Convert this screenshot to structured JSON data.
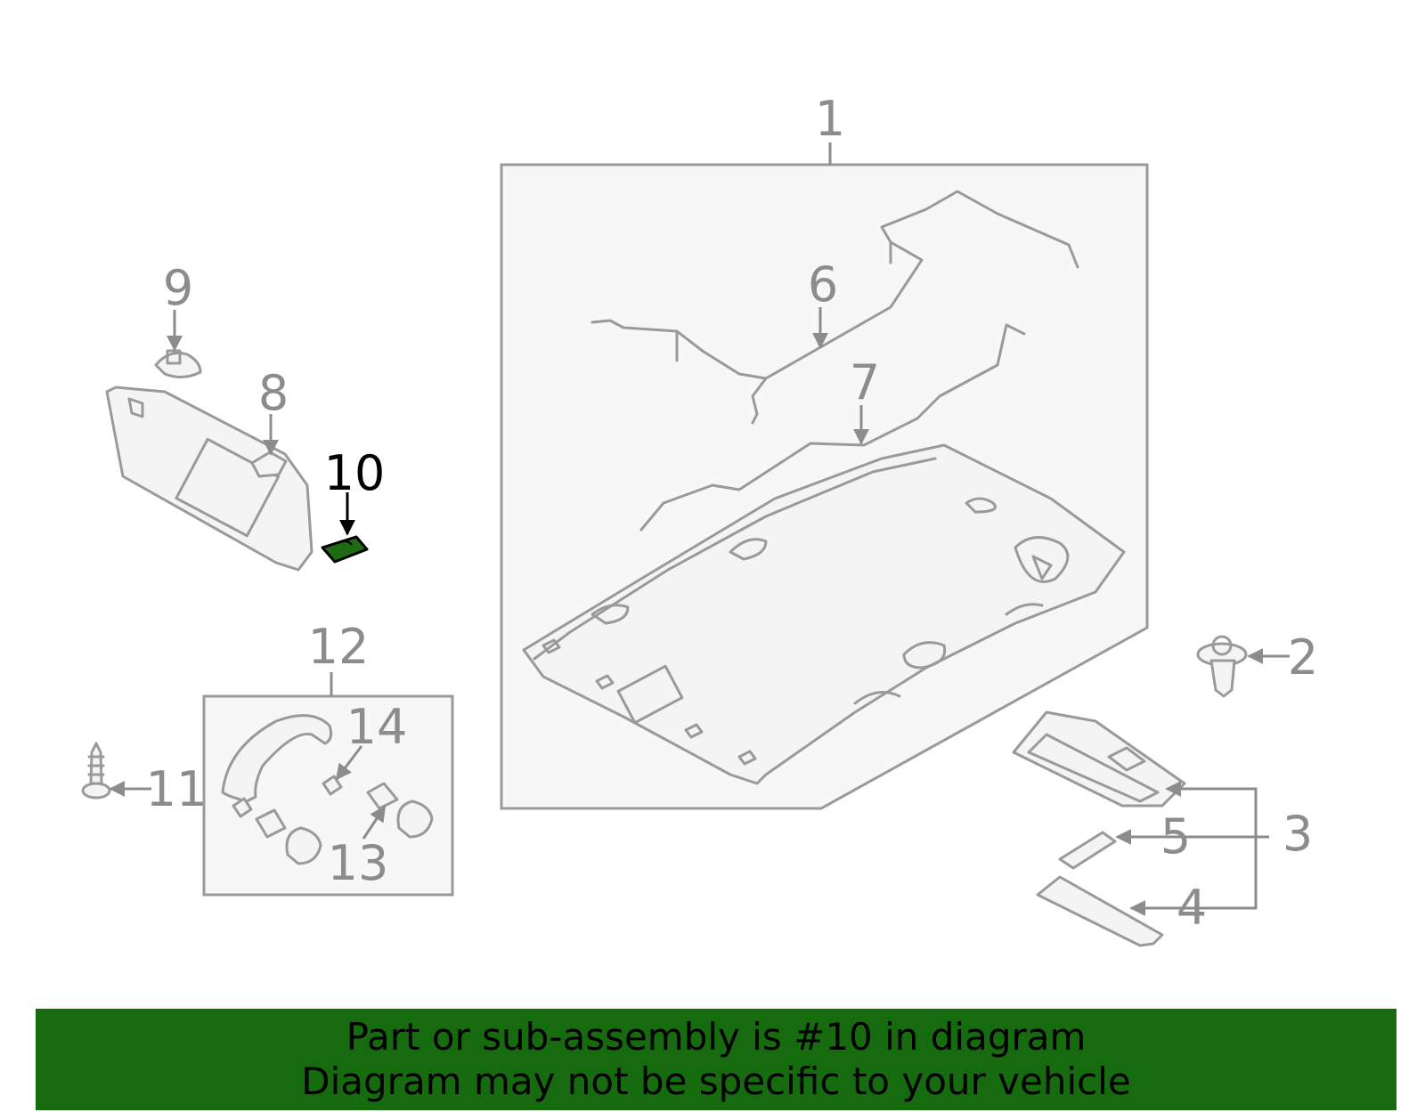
{
  "callouts": {
    "c1": "1",
    "c2": "2",
    "c3": "3",
    "c4": "4",
    "c5": "5",
    "c6": "6",
    "c7": "7",
    "c8": "8",
    "c9": "9",
    "c10": "10",
    "c11": "11",
    "c12": "12",
    "c13": "13",
    "c14": "14"
  },
  "highlight": {
    "part": "10",
    "color": "#1f6b14"
  },
  "banner": {
    "line1": "Part or sub-assembly is #10 in diagram",
    "line2": "Diagram may not be specific to your vehicle",
    "color": "#166b0f"
  }
}
